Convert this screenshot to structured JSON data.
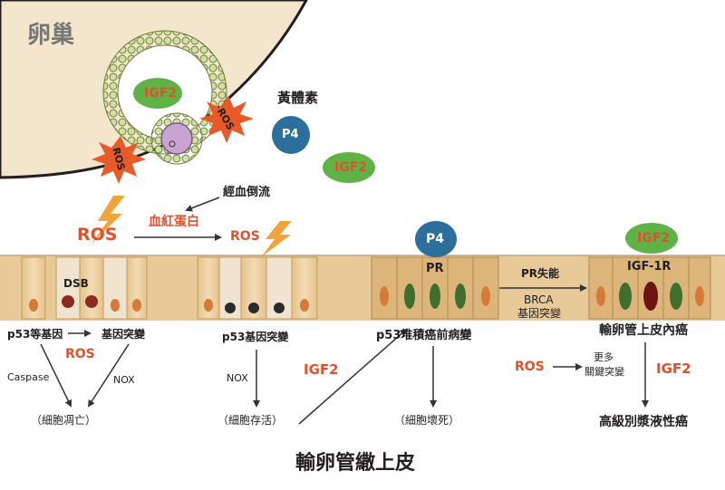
{
  "labels": {
    "ovary": "卵巢",
    "corpus_luteum": "黃體素",
    "igf2": "IGF2",
    "p4": "P4",
    "ros": "ROS",
    "retrograde": "經血倒流",
    "hemoglobin": "血紅蛋白",
    "dsb": "DSB",
    "pr": "PR",
    "igf1r": "IGF-1R",
    "p53_genes": "p53等基因",
    "gene_mutation": "基因突變",
    "caspase": "Caspase",
    "nox": "NOX",
    "apoptosis": "（細胞凋亡）",
    "p53_mutation": "p53基因突變",
    "survival": "（細胞存活）",
    "p53_precancer": "p53堆積癌前病變",
    "necrosis": "（細胞壞死）",
    "pr_loss": "PR失能",
    "brca": "BRCA",
    "brca_mut": "基因突變",
    "tube_cancer": "輸卵管上皮內癌",
    "more": "更多",
    "key_mut": "關鍵突變",
    "hg_serous": "高級別漿液性癌",
    "tube_epi": "輸卵管繖上皮"
  },
  "colors": {
    "red_text": "#e2502b",
    "igf2_green": "#5fb246",
    "p4_blue": "#2d6f9c",
    "ovary_tan": "#f3e6cc",
    "epithelium": "#e8c998",
    "star_orange": "#e85a28",
    "lightning": "#f0a43a"
  },
  "icons": [
    "ros-star-icon",
    "lightning-icon",
    "oocyte-icon",
    "cell-nucleus-icon"
  ]
}
